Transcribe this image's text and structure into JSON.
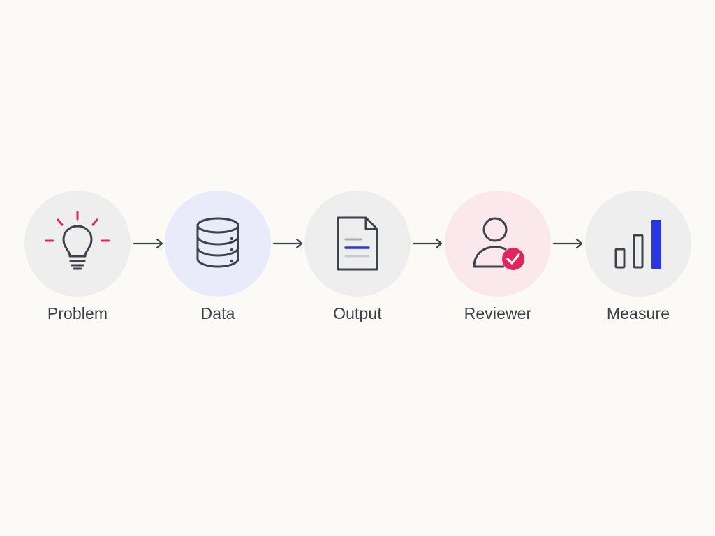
{
  "colors": {
    "background": "#fbfaf7",
    "circle_neutral": "#eeeeee",
    "circle_data": "#e9ebfa",
    "circle_reviewer": "#fbe8ec",
    "stroke": "#3d434a",
    "accent_pink": "#e0245e",
    "accent_blue": "#2a35e0"
  },
  "flow": {
    "steps": [
      {
        "label": "Problem",
        "icon": "lightbulb-icon"
      },
      {
        "label": "Data",
        "icon": "database-icon"
      },
      {
        "label": "Output",
        "icon": "document-icon"
      },
      {
        "label": "Reviewer",
        "icon": "user-check-icon"
      },
      {
        "label": "Measure",
        "icon": "bar-chart-icon"
      }
    ],
    "connector_icon": "arrow-right-icon"
  }
}
